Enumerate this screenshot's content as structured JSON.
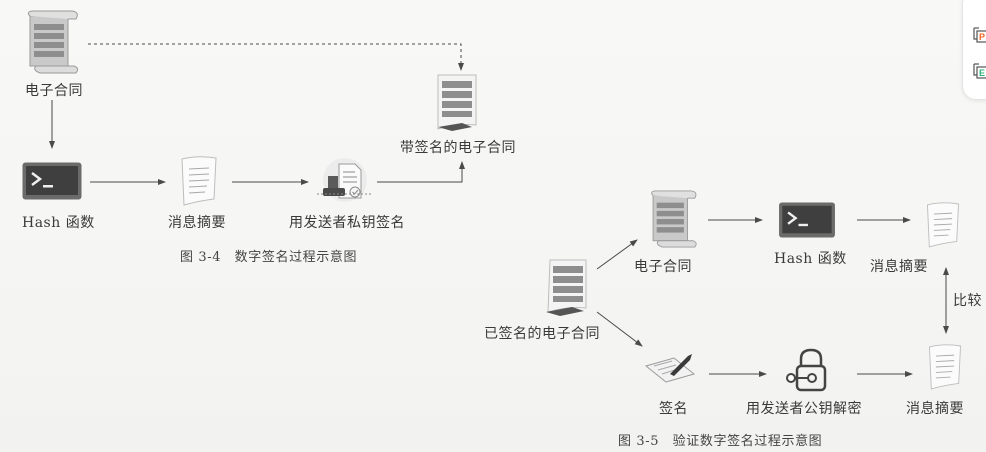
{
  "figure_3_4": {
    "nodes": {
      "contract": "电子合同",
      "hash_function": "Hash 函数",
      "message_digest": "消息摘要",
      "sign_with_private_key": "用发送者私钥签名",
      "signed_contract": "带签名的电子合同"
    },
    "caption": "图 3-4　数字签名过程示意图"
  },
  "figure_3_5": {
    "nodes": {
      "signed_contract": "已签名的电子合同",
      "contract": "电子合同",
      "hash_function": "Hash 函数",
      "message_digest_top": "消息摘要",
      "signature": "签名",
      "decrypt_with_public_key": "用发送者公钥解密",
      "message_digest_bottom": "消息摘要",
      "compare": "比较"
    },
    "caption": "图 3-5　验证数字签名过程示意图"
  },
  "toolbar": {
    "buttons": [
      {
        "icon": "copy-icon",
        "badge": "P",
        "badge_color": "#f26522"
      },
      {
        "icon": "copy-icon",
        "badge": "E",
        "badge_color": "#2db37a"
      }
    ]
  },
  "colors": {
    "line": "#4a4a4a",
    "terminal_bg": "#3f3f3f",
    "terminal_frame": "#6b6b6b"
  }
}
